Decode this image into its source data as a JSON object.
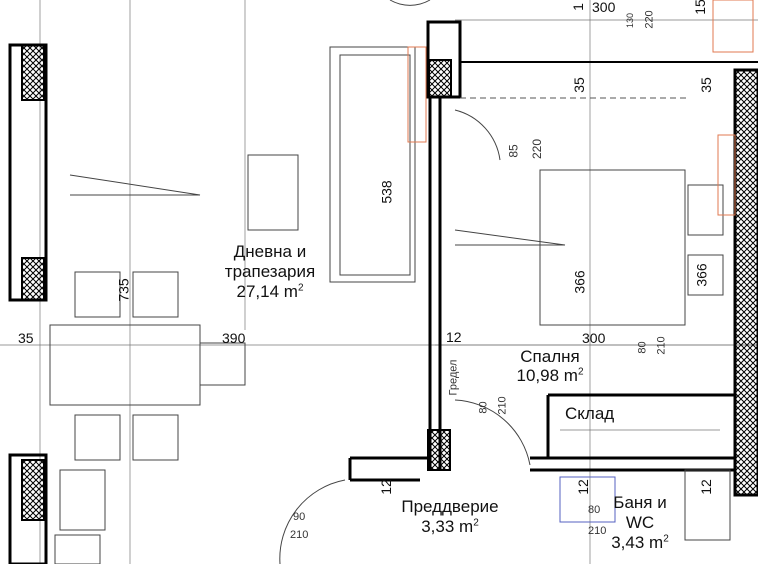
{
  "rooms": {
    "living": {
      "name_line1": "Дневна и",
      "name_line2": "трапезария",
      "area": "27,14 m",
      "unit_sup": "2"
    },
    "bedroom": {
      "name": "Спалня",
      "area": "10,98 m",
      "unit_sup": "2"
    },
    "storage": {
      "name": "Склад"
    },
    "hall": {
      "name": "Преддверие",
      "area": "3,33 m",
      "unit_sup": "2"
    },
    "bath": {
      "name_line1": "Баня и",
      "name_line2": "WC",
      "area": "3,43 m",
      "unit_sup": "2"
    }
  },
  "dimensions": {
    "living_length": "538",
    "living_width": "735",
    "wall_left": "35",
    "living_span": "390",
    "bedroom_top": "300",
    "bedroom_mid": "300",
    "bedroom_depth_1": "366",
    "bedroom_depth_2": "366",
    "window_1": "35",
    "window_2": "35",
    "door_bed_w": "85",
    "door_bed_h": "220",
    "win_small": "130",
    "win_h": "220",
    "top_15": "15",
    "top_1": "1",
    "wall_12_a": "12",
    "wall_12_b": "12",
    "wall_12_c": "12",
    "wall_12_d": "12",
    "closet_w": "80",
    "closet_h": "210",
    "door_hall_w": "80",
    "door_hall_h": "210",
    "door_bath_w": "80",
    "door_bath_h": "210",
    "door_entry_w": "90",
    "door_entry_h": "210"
  },
  "annotations": {
    "beam": "Гредел"
  },
  "colors": {
    "wall": "#000000",
    "fixture_orange": "#e07a50",
    "fixture_blue": "#5560c0",
    "line": "#555555"
  }
}
